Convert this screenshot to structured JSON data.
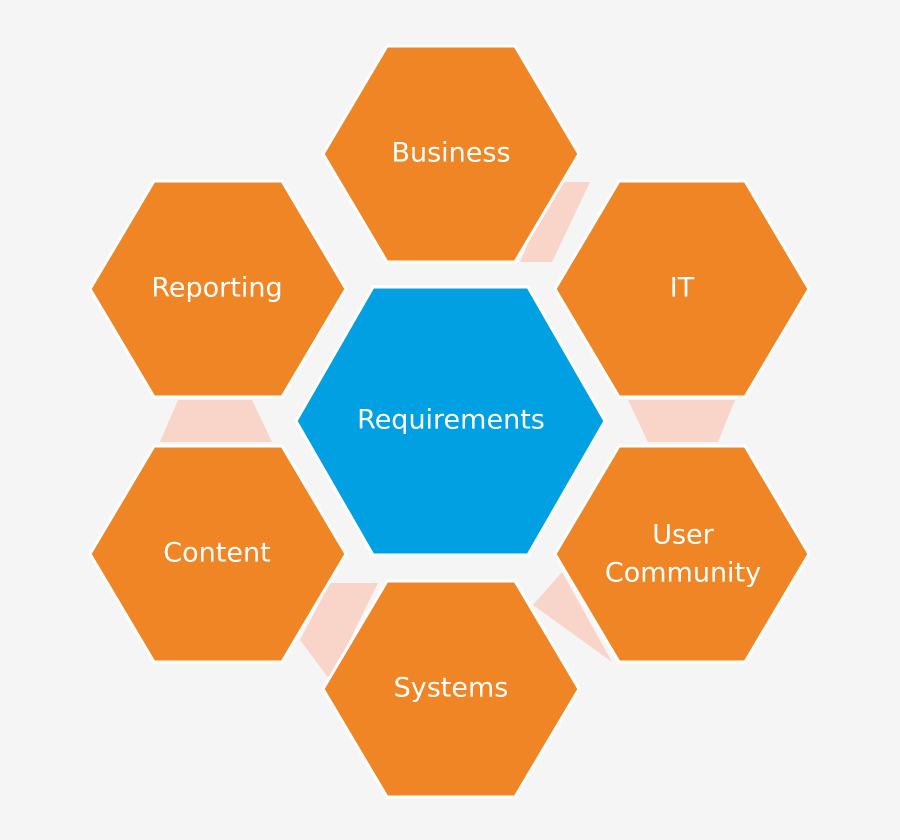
{
  "colors": {
    "background": "#f5f5f5",
    "center": "#00a0e3",
    "outer": "#f08526",
    "connector": "#f8d4c9",
    "text": "#ffffff"
  },
  "center": {
    "label": "Requirements"
  },
  "outer": [
    {
      "id": "business",
      "label": "Business"
    },
    {
      "id": "it",
      "label": "IT"
    },
    {
      "id": "user-community",
      "label": "User Community",
      "lines": [
        "User",
        "Community"
      ]
    },
    {
      "id": "systems",
      "label": "Systems"
    },
    {
      "id": "content",
      "label": "Content"
    },
    {
      "id": "reporting",
      "label": "Reporting"
    }
  ]
}
